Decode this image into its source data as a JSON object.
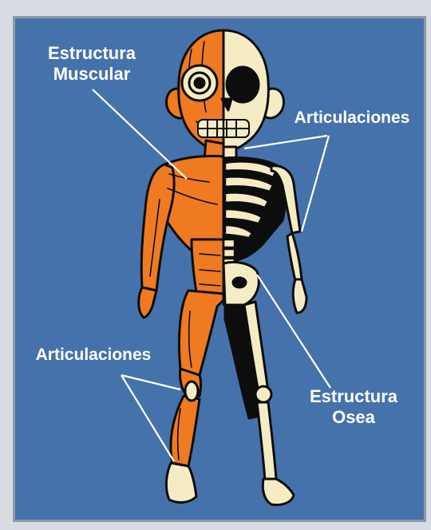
{
  "labels": {
    "muscular_line1": "Estructura",
    "muscular_line2": "Muscular",
    "articulaciones_right": "Articulaciones",
    "articulaciones_left": "Articulaciones",
    "osea_line1": "Estructura",
    "osea_line2": "Osea"
  },
  "colors": {
    "panel": "#4672ab",
    "muscle": "#ef7a22",
    "bone": "#f6ecc4",
    "outline": "#0d0d0d",
    "pointer": "#ffffff"
  }
}
